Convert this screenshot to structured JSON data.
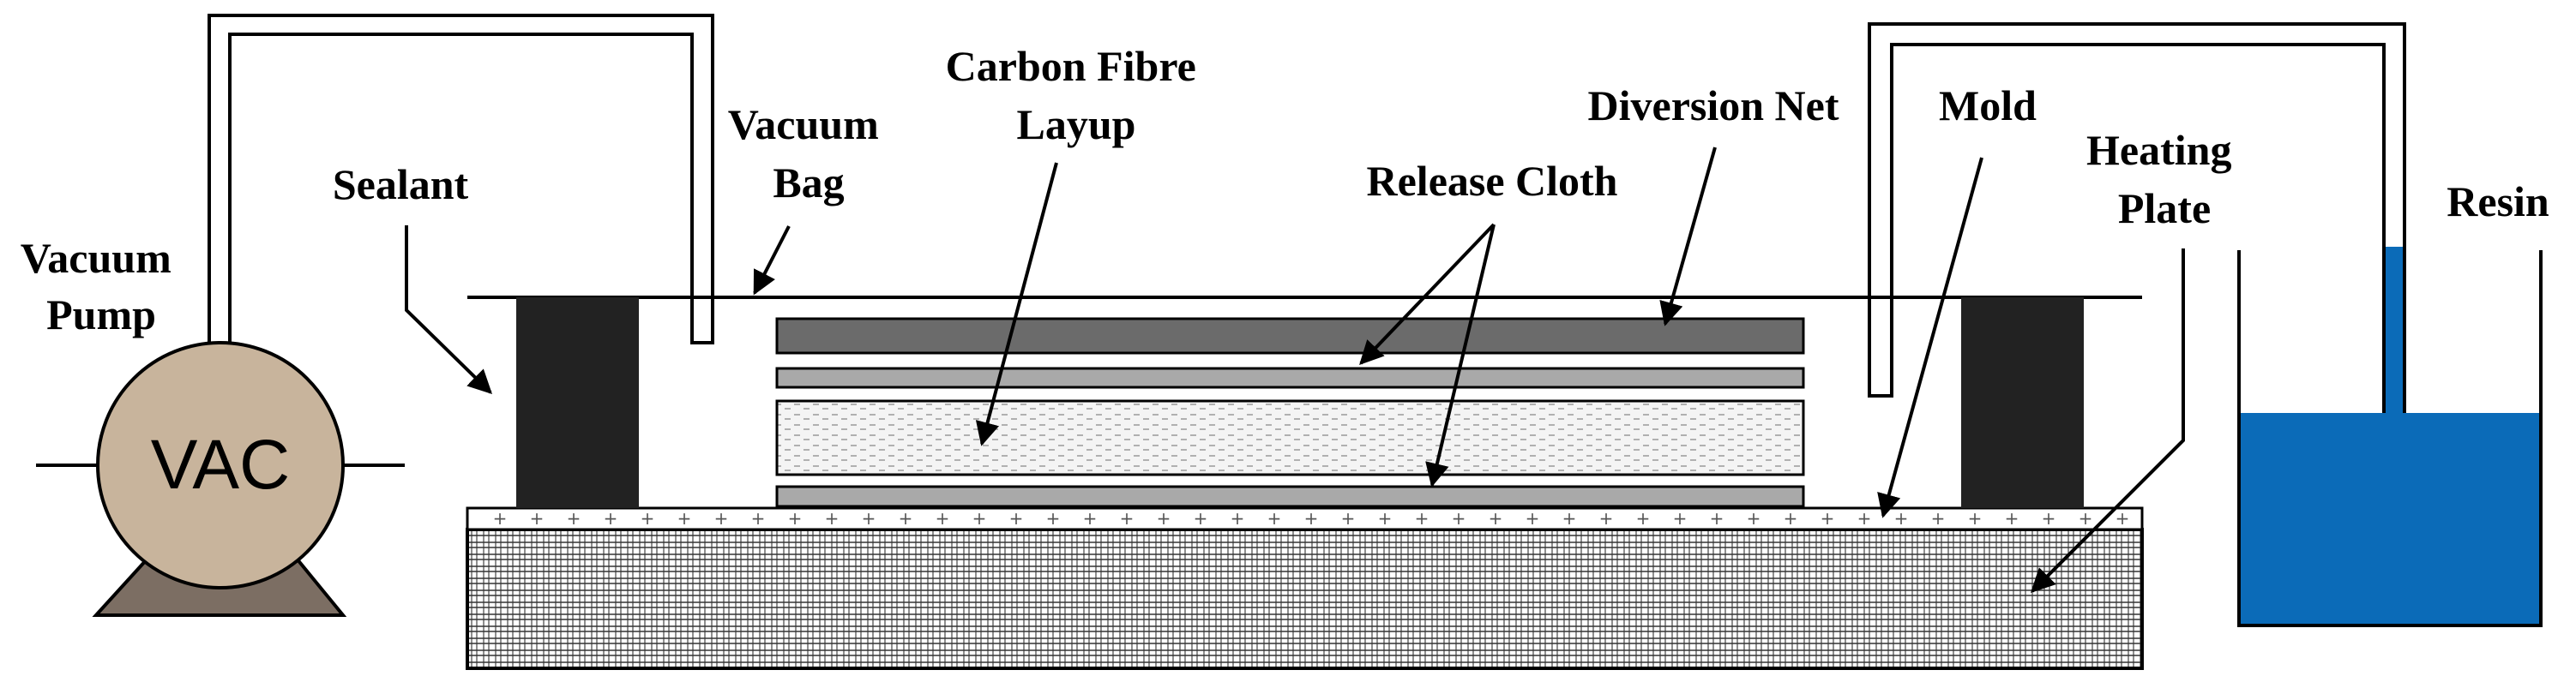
{
  "labels": {
    "vacuum_pump": [
      "Vacuum",
      "Pump"
    ],
    "vac": "VAC",
    "sealant": "Sealant",
    "vacuum_bag": [
      "Vacuum",
      "Bag"
    ],
    "carbon_fibre": [
      "Carbon Fibre",
      "Layup"
    ],
    "release_cloth": "Release Cloth",
    "diversion_net": "Diversion Net",
    "mold": "Mold",
    "heating_plate": [
      "Heating",
      "Plate"
    ],
    "resin": "Resin"
  },
  "colors": {
    "pump_body": "#c8b49c",
    "pump_base": "#7c6e63",
    "sealant": "#222222",
    "diversion_net": "#6b6b6b",
    "release_cloth": "#a9a9a9",
    "resin": "#0b6bb8",
    "outline": "#000000"
  }
}
